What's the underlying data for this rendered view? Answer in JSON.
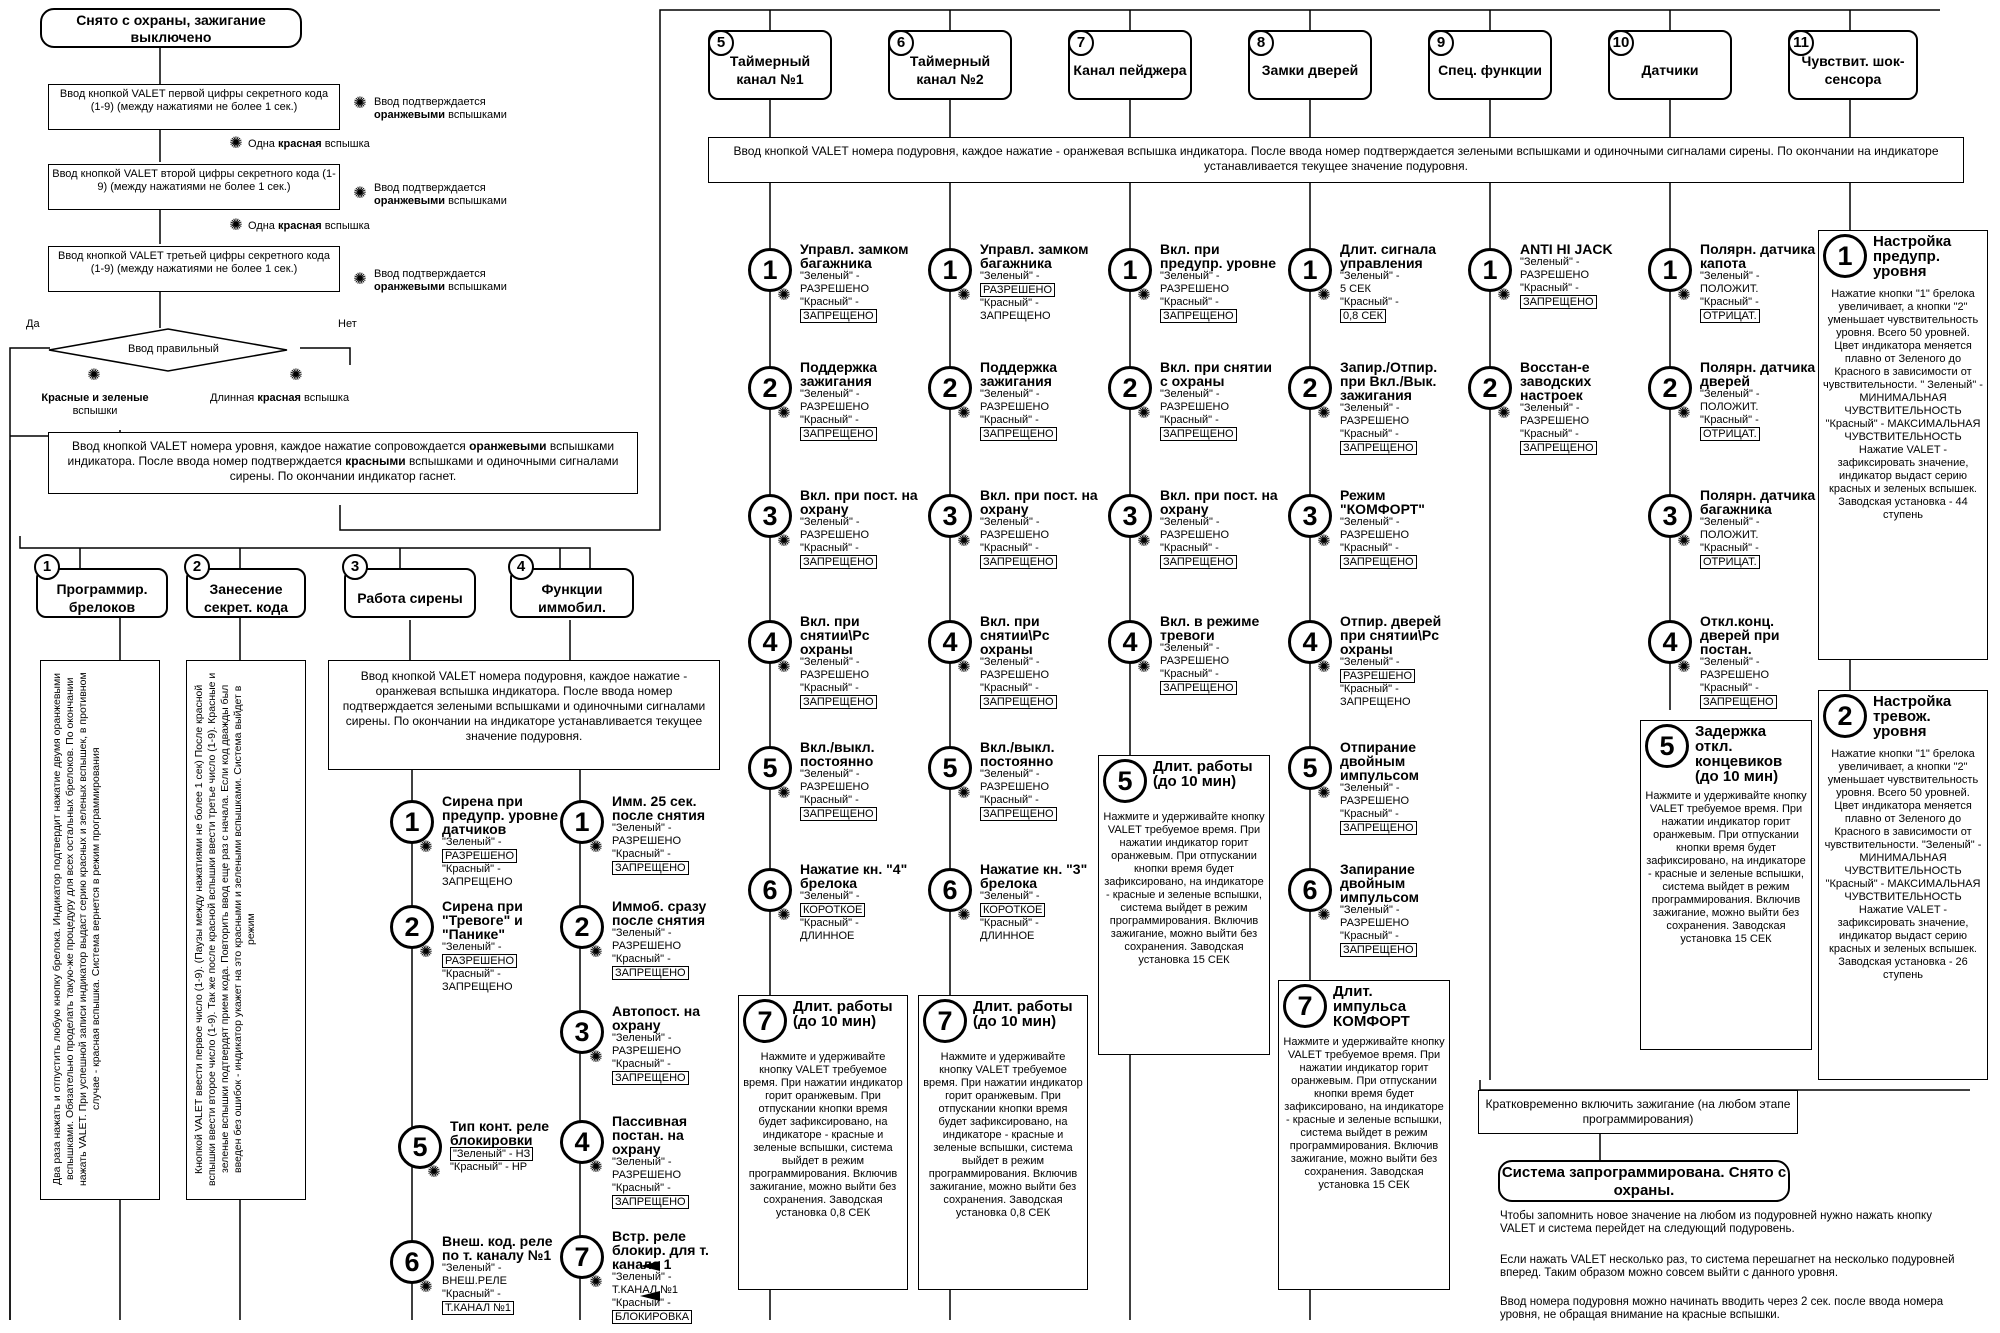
{
  "left": {
    "start": "Снято с охраны, зажигание выключено",
    "step1": "Ввод кнопкой VALET первой цифры секретного кода (1-9) (между нажатиями не более 1 сек.)",
    "step2": "Ввод кнопкой VALET второй цифры секретного кода (1-9) (между нажатиями не более 1 сек.)",
    "step3": "Ввод кнопкой VALET третьей цифры секретного кода (1-9) (между нажатиями не более 1 сек.)",
    "confirm_a": "Ввод подтверждается",
    "confirm_b": "оранжевыми",
    "confirm_c": "вспышками",
    "red_a": "Одна",
    "red_b": "красная",
    "red_c": "вспышка",
    "yes": "Да",
    "no": "Нет",
    "decision": "Ввод правильный",
    "ok_a": "Красные и зеленые",
    "ok_b": "вспышки",
    "bad_a": "Длинная",
    "bad_b": "красная",
    "bad_c": "вспышка",
    "level_a": "Ввод кнопкой VALET номера уровня, каждое нажатие сопровождается",
    "level_b": "оранжевыми",
    "level_c": "вспышками индикатора. После ввода номер подтверждается",
    "level_d": "красными",
    "level_e": "вспышками и одиночными сигналами сирены. По окончании индикатор гаснет."
  },
  "headers": [
    {
      "n": "1",
      "label": "Программир. брелоков"
    },
    {
      "n": "2",
      "label": "Занесение секрет. кода"
    },
    {
      "n": "3",
      "label": "Работа сирены"
    },
    {
      "n": "4",
      "label": "Функции иммобил."
    },
    {
      "n": "5",
      "label": "Таймерный канал №1"
    },
    {
      "n": "6",
      "label": "Таймерный канал №2"
    },
    {
      "n": "7",
      "label": "Канал пейджера"
    },
    {
      "n": "8",
      "label": "Замки дверей"
    },
    {
      "n": "9",
      "label": "Спец. функции"
    },
    {
      "n": "10",
      "label": "Датчики"
    },
    {
      "n": "11",
      "label": "Чувствит. шок-сенсора"
    }
  ],
  "v1": "Два раза нажать и отпустить любую кнопку брелока. Индикатор подтвердит нажатие двумя оранжевыми вспышками. Обязательно проделать такую-же процедуру для всех остальных брелоков. По окончании нажать VALET. При успешной записи индикатор выдаст серию красных и зеленых вспышек, в противном случае - красная вспышка. Система вернется в режим программирования",
  "v2": "Кнопкой VALET ввести первое число (1-9). (Паузы между нажатиями не более 1 сек) После красной вспышки ввести второе число (1-9). Так же после красной вспышки ввести третье число (1-9). Красные и зеленые вспышки подтвердят прием кода. Повторить ввод еще раз с начала. Если код дважды был введен без ошибок - индикатор укажет на это красными и зелеными вспышками. Система выйдет в режим",
  "sub34": "Ввод кнопкой VALET номера подуровня, каждое нажатие - оранжевая вспышка индикатора. После ввода номер подтверждается зелеными вспышками и одиночными сигналами сирены. По окончании на индикаторе устанавливается текущее значение подуровня.",
  "sub_right": "Ввод кнопкой VALET номера подуровня, каждое нажатие - оранжевая вспышка индикатора. После ввода номер подтверждается зелеными вспышками и одиночными сигналами сирены. По окончании на индикаторе устанавливается текущее значение подуровня.",
  "green": "\"Зеленый\" -",
  "red": "\"Красный\" -",
  "allow": "РАЗРЕШЕНО",
  "deny": "ЗАПРЕЩЕНО",
  "col3": [
    {
      "n": "1",
      "t": "Сирена при предупр. уровне датчиков",
      "g": "РАЗРЕШЕНО",
      "r": "ЗАПРЕЩЕНО"
    },
    {
      "n": "2",
      "t": "Сирена при \"Тревоге\" и \"Панике\"",
      "g": "РАЗРЕШЕНО",
      "r": "ЗАПРЕЩЕНО"
    },
    {
      "n": "5",
      "t": "Тип конт. реле блокировки",
      "g": "\"Зеленый\" - НЗ",
      "r": "\"Красный\" - НР"
    },
    {
      "n": "6",
      "t": "Внеш. код. реле по т. каналу №1",
      "g": "ВНЕШ.РЕЛЕ",
      "r": "Т.КАНАЛ №1"
    }
  ],
  "col4": [
    {
      "n": "1",
      "t": "Имм. 25 сек. после снятия",
      "g": "РАЗРЕШЕНО",
      "r": "ЗАПРЕЩЕНО"
    },
    {
      "n": "2",
      "t": "Иммоб. сразу после снятия",
      "g": "РАЗРЕШЕНО",
      "r": "ЗАПРЕЩЕНО"
    },
    {
      "n": "3",
      "t": "Автопост. на охрану",
      "g": "РАЗРЕШЕНО",
      "r": "ЗАПРЕЩЕНО"
    },
    {
      "n": "4",
      "t": "Пассивная постан. на охрану",
      "g": "РАЗРЕШЕНО",
      "r": "ЗАПРЕЩЕНО"
    },
    {
      "n": "7",
      "t": "Встр. реле блокир. для т. канала 1",
      "g": "Т.КАНАЛ №1",
      "r": "БЛОКИРОВКА"
    }
  ],
  "col5": [
    {
      "n": "1",
      "t": "Управл. замком багажника",
      "g": "РАЗРЕШЕНО",
      "r": "ЗАПРЕЩЕНО"
    },
    {
      "n": "2",
      "t": "Поддержка зажигания",
      "g": "РАЗРЕШЕНО",
      "r": "ЗАПРЕЩЕНО"
    },
    {
      "n": "3",
      "t": "Вкл. при пост. на охрану",
      "g": "РАЗРЕШЕНО",
      "r": "ЗАПРЕЩЕНО"
    },
    {
      "n": "4",
      "t": "Вкл. при снятии\\Рс охраны",
      "g": "РАЗРЕШЕНО",
      "r": "ЗАПРЕЩЕНО"
    },
    {
      "n": "5",
      "t": "Вкл./выкл. постоянно",
      "g": "РАЗРЕШЕНО",
      "r": "ЗАПРЕЩЕНО"
    },
    {
      "n": "6",
      "t": "Нажатие кн. \"4\" брелока",
      "g": "КОРОТКОЕ",
      "r": "ДЛИННОЕ"
    }
  ],
  "col6": [
    {
      "n": "1",
      "t": "Управл. замком багажника",
      "g": "РАЗРЕШЕНО",
      "r": "ЗАПРЕЩЕНО"
    },
    {
      "n": "2",
      "t": "Поддержка зажигания",
      "g": "РАЗРЕШЕНО",
      "r": "ЗАПРЕЩЕНО"
    },
    {
      "n": "3",
      "t": "Вкл. при пост. на охрану",
      "g": "РАЗРЕШЕНО",
      "r": "ЗАПРЕЩЕНО"
    },
    {
      "n": "4",
      "t": "Вкл. при снятии\\Рс охраны",
      "g": "РАЗРЕШЕНО",
      "r": "ЗАПРЕЩЕНО"
    },
    {
      "n": "5",
      "t": "Вкл./выкл. постоянно",
      "g": "РАЗРЕШЕНО",
      "r": "ЗАПРЕЩЕНО"
    },
    {
      "n": "6",
      "t": "Нажатие кн. \"3\" брелока",
      "g": "КОРОТКОЕ",
      "r": "ДЛИННОЕ"
    }
  ],
  "col7": [
    {
      "n": "1",
      "t": "Вкл. при предупр. уровне",
      "g": "РАЗРЕШЕНО",
      "r": "ЗАПРЕЩЕНО"
    },
    {
      "n": "2",
      "t": "Вкл. при снятии с охраны",
      "g": "РАЗРЕШЕНО",
      "r": "ЗАПРЕЩЕНО"
    },
    {
      "n": "3",
      "t": "Вкл. при пост. на охрану",
      "g": "РАЗРЕШЕНО",
      "r": "ЗАПРЕЩЕНО"
    },
    {
      "n": "4",
      "t": "Вкл. в режиме тревоги",
      "g": "РАЗРЕШЕНО",
      "r": "ЗАПРЕЩЕНО"
    }
  ],
  "col8": [
    {
      "n": "1",
      "t": "Длит. сигнала управления",
      "g": "5 СЕК",
      "r": "0,8 СЕК"
    },
    {
      "n": "2",
      "t": "Запир./Отпир. при Вкл./Вык. зажигания",
      "g": "РАЗРЕШЕНО",
      "r": "ЗАПРЕЩЕНО"
    },
    {
      "n": "3",
      "t": "Режим \"КОМФОРТ\"",
      "g": "РАЗРЕШЕНО",
      "r": "ЗАПРЕЩЕНО"
    },
    {
      "n": "4",
      "t": "Отпир. дверей при снятии\\Рс охраны",
      "g": "РАЗРЕШЕНО",
      "r": "ЗАПРЕЩЕНО"
    },
    {
      "n": "5",
      "t": "Отпирание двойным импульсом",
      "g": "РАЗРЕШЕНО",
      "r": "ЗАПРЕЩЕНО"
    },
    {
      "n": "6",
      "t": "Запирание двойным импульсом",
      "g": "РАЗРЕШЕНО",
      "r": "ЗАПРЕЩЕНО"
    }
  ],
  "col9": [
    {
      "n": "1",
      "t": "ANTI HI JACK",
      "g": "РАЗРЕШЕНО",
      "r": "ЗАПРЕЩЕНО"
    },
    {
      "n": "2",
      "t": "Восстан-е заводских настроек",
      "g": "РАЗРЕШЕНО",
      "r": "ЗАПРЕЩЕНО"
    }
  ],
  "col10": [
    {
      "n": "1",
      "t": "Полярн. датчика капота",
      "g": "ПОЛОЖИТ.",
      "r": "ОТРИЦАТ."
    },
    {
      "n": "2",
      "t": "Полярн. датчика дверей",
      "g": "ПОЛОЖИТ.",
      "r": "ОТРИЦАТ."
    },
    {
      "n": "3",
      "t": "Полярн. датчика багажника",
      "g": "ПОЛОЖИТ.",
      "r": "ОТРИЦАТ."
    },
    {
      "n": "4",
      "t": "Откл.конц. дверей при постан.",
      "g": "РАЗРЕШЕНО",
      "r": "ЗАПРЕЩЕНО"
    }
  ],
  "timer_title": "Длит. работы (до 10 мин)",
  "timer_desc": "Нажмите и удерживайте кнопку VALET требуемое время. При нажатии индикатор горит оранжевым. При отпускании кнопки время будет зафиксировано, на индикаторе - красные и зеленые вспышки, система выйдет в режим программирования. Включив зажигание, можно выйти без сохранения. Заводская установка 0,8 СЕК",
  "pager_desc": "Нажмите и удерживайте кнопку VALET требуемое время. При нажатии индикатор горит оранжевым. При отпускании кнопки время будет зафиксировано, на индикаторе - красные и зеленые вспышки, система выйдет в режим программирования. Включив зажигание, можно выйти без сохранения. Заводская установка 15 СЕК",
  "comfort_title": "Длит. импульса КОМФОРТ",
  "comfort_desc": "Нажмите и удерживайте кнопку VALET требуемое время. При нажатии индикатор горит оранжевым. При отпускании кнопки время будет зафиксировано, на индикаторе - красные и зеленые вспышки, система выйдет в режим программирования. Включив зажигание, можно выйти без сохранения. Заводская установка 15 СЕК",
  "sens_title": "Задержка откл. концевиков (до 10 мин)",
  "sens_desc": "Нажмите и удерживайте кнопку VALET требуемое время. При нажатии индикатор горит оранжевым. При отпускании кнопки время будет зафиксировано, на индикаторе - красные и зеленые вспышки, система выйдет в режим программирования. Включив зажигание, можно выйти без сохранения. Заводская установка 15 СЕК",
  "shock1_title": "Настройка предупр. уровня",
  "shock1_desc": "Нажатие кнопки \"1\" брелока увеличивает, а кнопки \"2\" уменьшает чувствительность уровня. Всего 50 уровней. Цвет индикатора меняется плавно от Зеленого до Красного в зависимости от чувствительности. \" Зеленый\" - МИНИМАЛЬНАЯ ЧУВСТВИТЕЛЬНОСТЬ \"Красный\" - МАКСИМАЛЬНАЯ ЧУВСТВИТЕЛЬНОСТЬ Нажатие VALET - зафиксировать значение, индикатор выдаст серию красных и зеленых вспышек. Заводская установка - 44 ступень",
  "shock2_title": "Настройка тревож. уровня",
  "shock2_desc": "Нажатие кнопки \"1\" брелока увеличивает, а кнопки \"2\" уменьшает чувствительность уровня. Всего 50 уровней. Цвет индикатора меняется плавно от Зеленого до Красного в зависимости от чувствительности. \"Зеленый\" - МИНИМАЛЬНАЯ ЧУВСТВИТЕЛЬНОСТЬ \"Красный\" - МАКСИМАЛЬНАЯ ЧУВСТВИТЕЛЬНОСТЬ Нажатие VALET - зафиксировать значение, индикатор выдаст серию красных и зеленых вспышек. Заводская установка - 26 ступень",
  "ign": "Кратковременно включить зажигание (на любом этапе программирования)",
  "done": "Система запрограммирована. Снято с охраны.",
  "note1": "Чтобы запомнить новое значение на любом из подуровней нужно нажать кнопку VALET и система перейдет на следующий подуровень.",
  "note2": "Если нажать VALET несколько раз, то система перешагнет на несколько подуровней вперед. Таким образом можно совсем выйти с данного уровня.",
  "note3": "Ввод номера подуровня можно начинать вводить через 2 сек. после ввода номера уровня, не обращая внимание на красные вспышки."
}
